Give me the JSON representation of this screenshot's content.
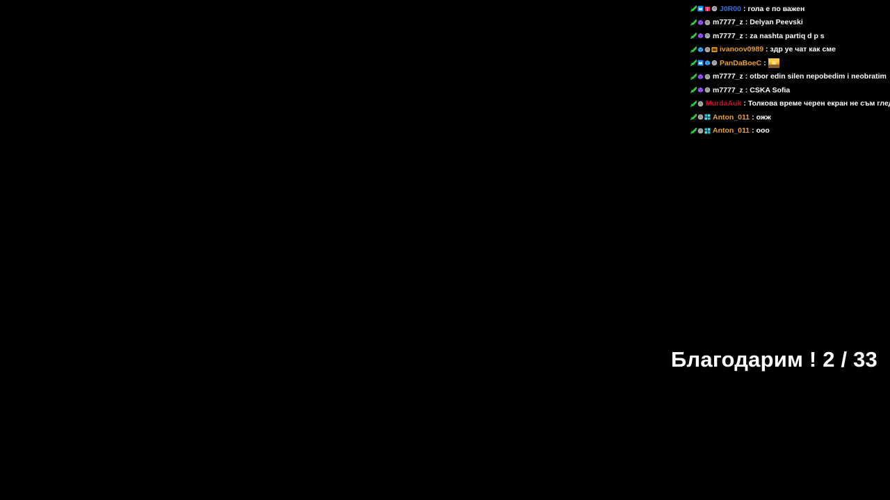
{
  "chat": {
    "messages": [
      {
        "user": "J0R00",
        "user_color": "#2f6fe0",
        "separator": ":",
        "text": "гола е по важен",
        "badges": [
          "moderator-sword-icon",
          "prime-crown-icon",
          "gift-sub-icon",
          "smiley-badge-icon"
        ]
      },
      {
        "user": "m7777_z",
        "user_color": "#ffffff",
        "separator": ":",
        "text": "Delyan Peevski",
        "badges": [
          "moderator-sword-icon",
          "purple-cube-icon",
          "smiley-badge-icon"
        ]
      },
      {
        "user": "m7777_z",
        "user_color": "#ffffff",
        "separator": ":",
        "text": "za nashta partiq d p s",
        "badges": [
          "moderator-sword-icon",
          "purple-cube-icon",
          "smiley-badge-icon"
        ]
      },
      {
        "user": "ivanoov0989",
        "user_color": "#e8a030",
        "separator": ":",
        "text": "здр уе чат как сме",
        "badges": [
          "moderator-sword-icon",
          "blue-cube-icon",
          "smiley-badge-icon",
          "orange-square-icon"
        ]
      },
      {
        "user": "PanDaBoeC",
        "user_color": "#e8a030",
        "separator": ":",
        "text": "",
        "emote": "sunset-emote-icon",
        "badges": [
          "moderator-sword-icon",
          "prime-crown-icon",
          "blue-cube-icon",
          "smiley-badge-icon"
        ]
      },
      {
        "user": "m7777_z",
        "user_color": "#ffffff",
        "separator": ":",
        "text": "otbor edin silen nepobedim i neobratim",
        "badges": [
          "moderator-sword-icon",
          "purple-cube-icon",
          "smiley-badge-icon"
        ]
      },
      {
        "user": "m7777_z",
        "user_color": "#ffffff",
        "separator": ":",
        "text": "CSKA Sofia",
        "badges": [
          "moderator-sword-icon",
          "purple-cube-icon",
          "smiley-badge-icon"
        ]
      },
      {
        "user": "MurdaAuk",
        "user_color": "#c8102e",
        "separator": ":",
        "text": "Толкова време черен екран не съм гледал",
        "badges": [
          "moderator-sword-icon",
          "smiley-badge-icon"
        ]
      },
      {
        "user": "Anton_011",
        "user_color": "#e8a030",
        "separator": ":",
        "text": "ожж",
        "badges": [
          "moderator-sword-icon",
          "smiley-badge-icon",
          "teal-grid-icon"
        ]
      },
      {
        "user": "Anton_011",
        "user_color": "#e8a030",
        "separator": ":",
        "text": "ooo",
        "badges": [
          "moderator-sword-icon",
          "smiley-badge-icon",
          "teal-grid-icon"
        ]
      }
    ]
  },
  "overlay": {
    "thanks_text": "Благодарим ! 2 / 33"
  },
  "colors": {
    "background": "#000000",
    "text": "#ffffff",
    "moderator_green": "#2ecc40"
  }
}
